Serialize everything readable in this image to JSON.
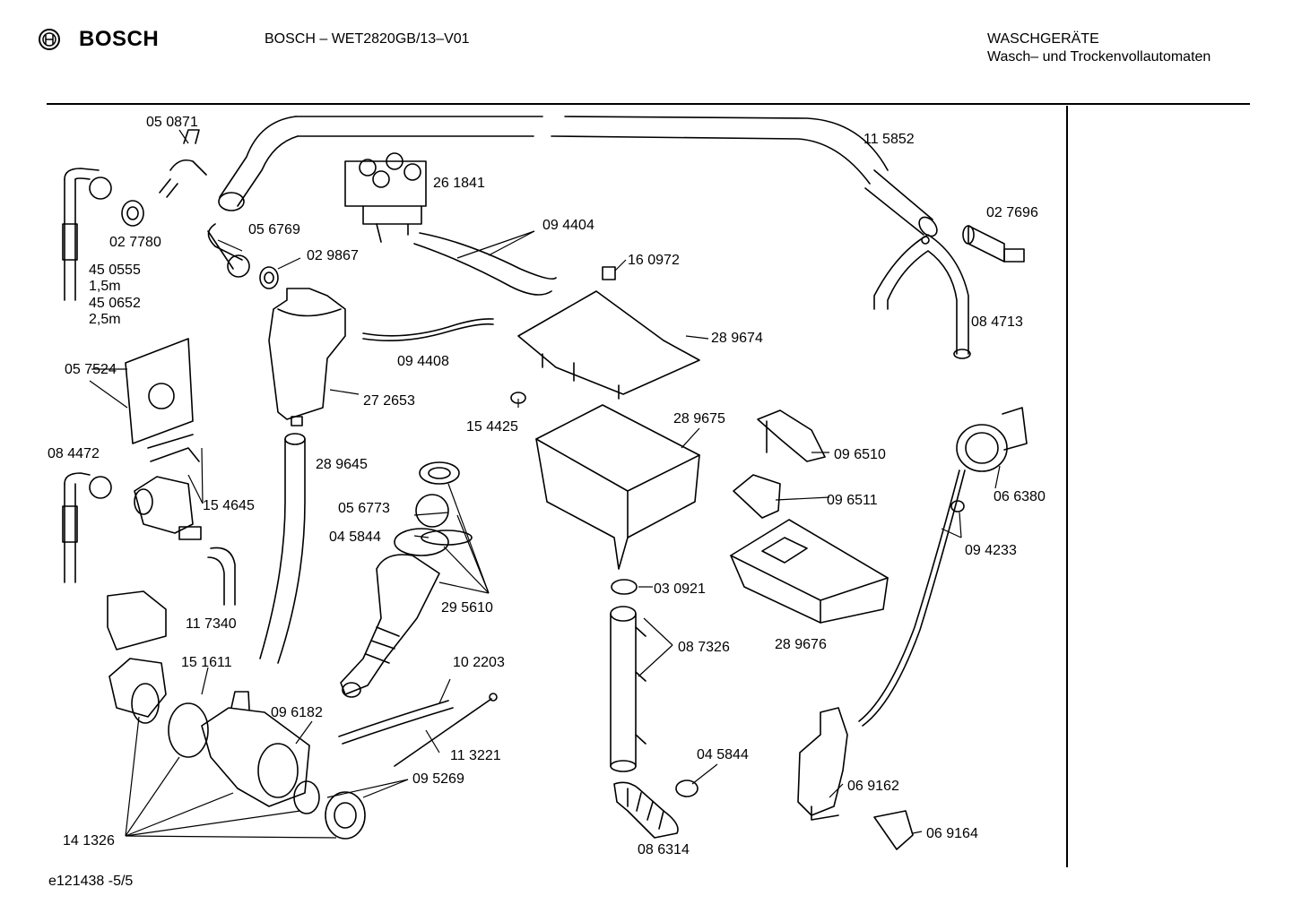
{
  "header": {
    "brand": "BOSCH",
    "model": "BOSCH – WET2820GB/13–V01",
    "category": "WASCHGERÄTE",
    "subcategory": "Wasch– und Trockenvollautomaten"
  },
  "footer": {
    "doc_ref": "e121438 -5/5"
  },
  "parts": {
    "p050871": "05 0871",
    "p115852": "11 5852",
    "p261841": "26 1841",
    "p027696": "02 7696",
    "p027780": "02 7780",
    "p056769": "05 6769",
    "p094404": "09 4404",
    "p450555": "45 0555",
    "len15": "1,5m",
    "p450652": "45 0652",
    "len25": "2,5m",
    "p029867": "02 9867",
    "p160972": "16 0972",
    "p084713": "08 4713",
    "p289674": "28 9674",
    "p094408": "09 4408",
    "p057524": "05 7524",
    "p272653": "27 2653",
    "p154425": "15 4425",
    "p289675": "28 9675",
    "p084472": "08 4472",
    "p289645": "28 9645",
    "p096510": "09 6510",
    "p066380": "06 6380",
    "p154645": "15 4645",
    "p056773": "05 6773",
    "p096511": "09 6511",
    "p045844a": "04 5844",
    "p094233": "09 4233",
    "p295610": "29 5610",
    "p030921": "03 0921",
    "p117340": "11 7340",
    "p087326": "08 7326",
    "p289676": "28 9676",
    "p151611": "15 1611",
    "p102203": "10 2203",
    "p096182": "09 6182",
    "p113221": "11 3221",
    "p045844b": "04 5844",
    "p095269": "09 5269",
    "p069162": "06 9162",
    "p141326": "14 1326",
    "p069164": "06 9164",
    "p086314": "08 6314"
  }
}
